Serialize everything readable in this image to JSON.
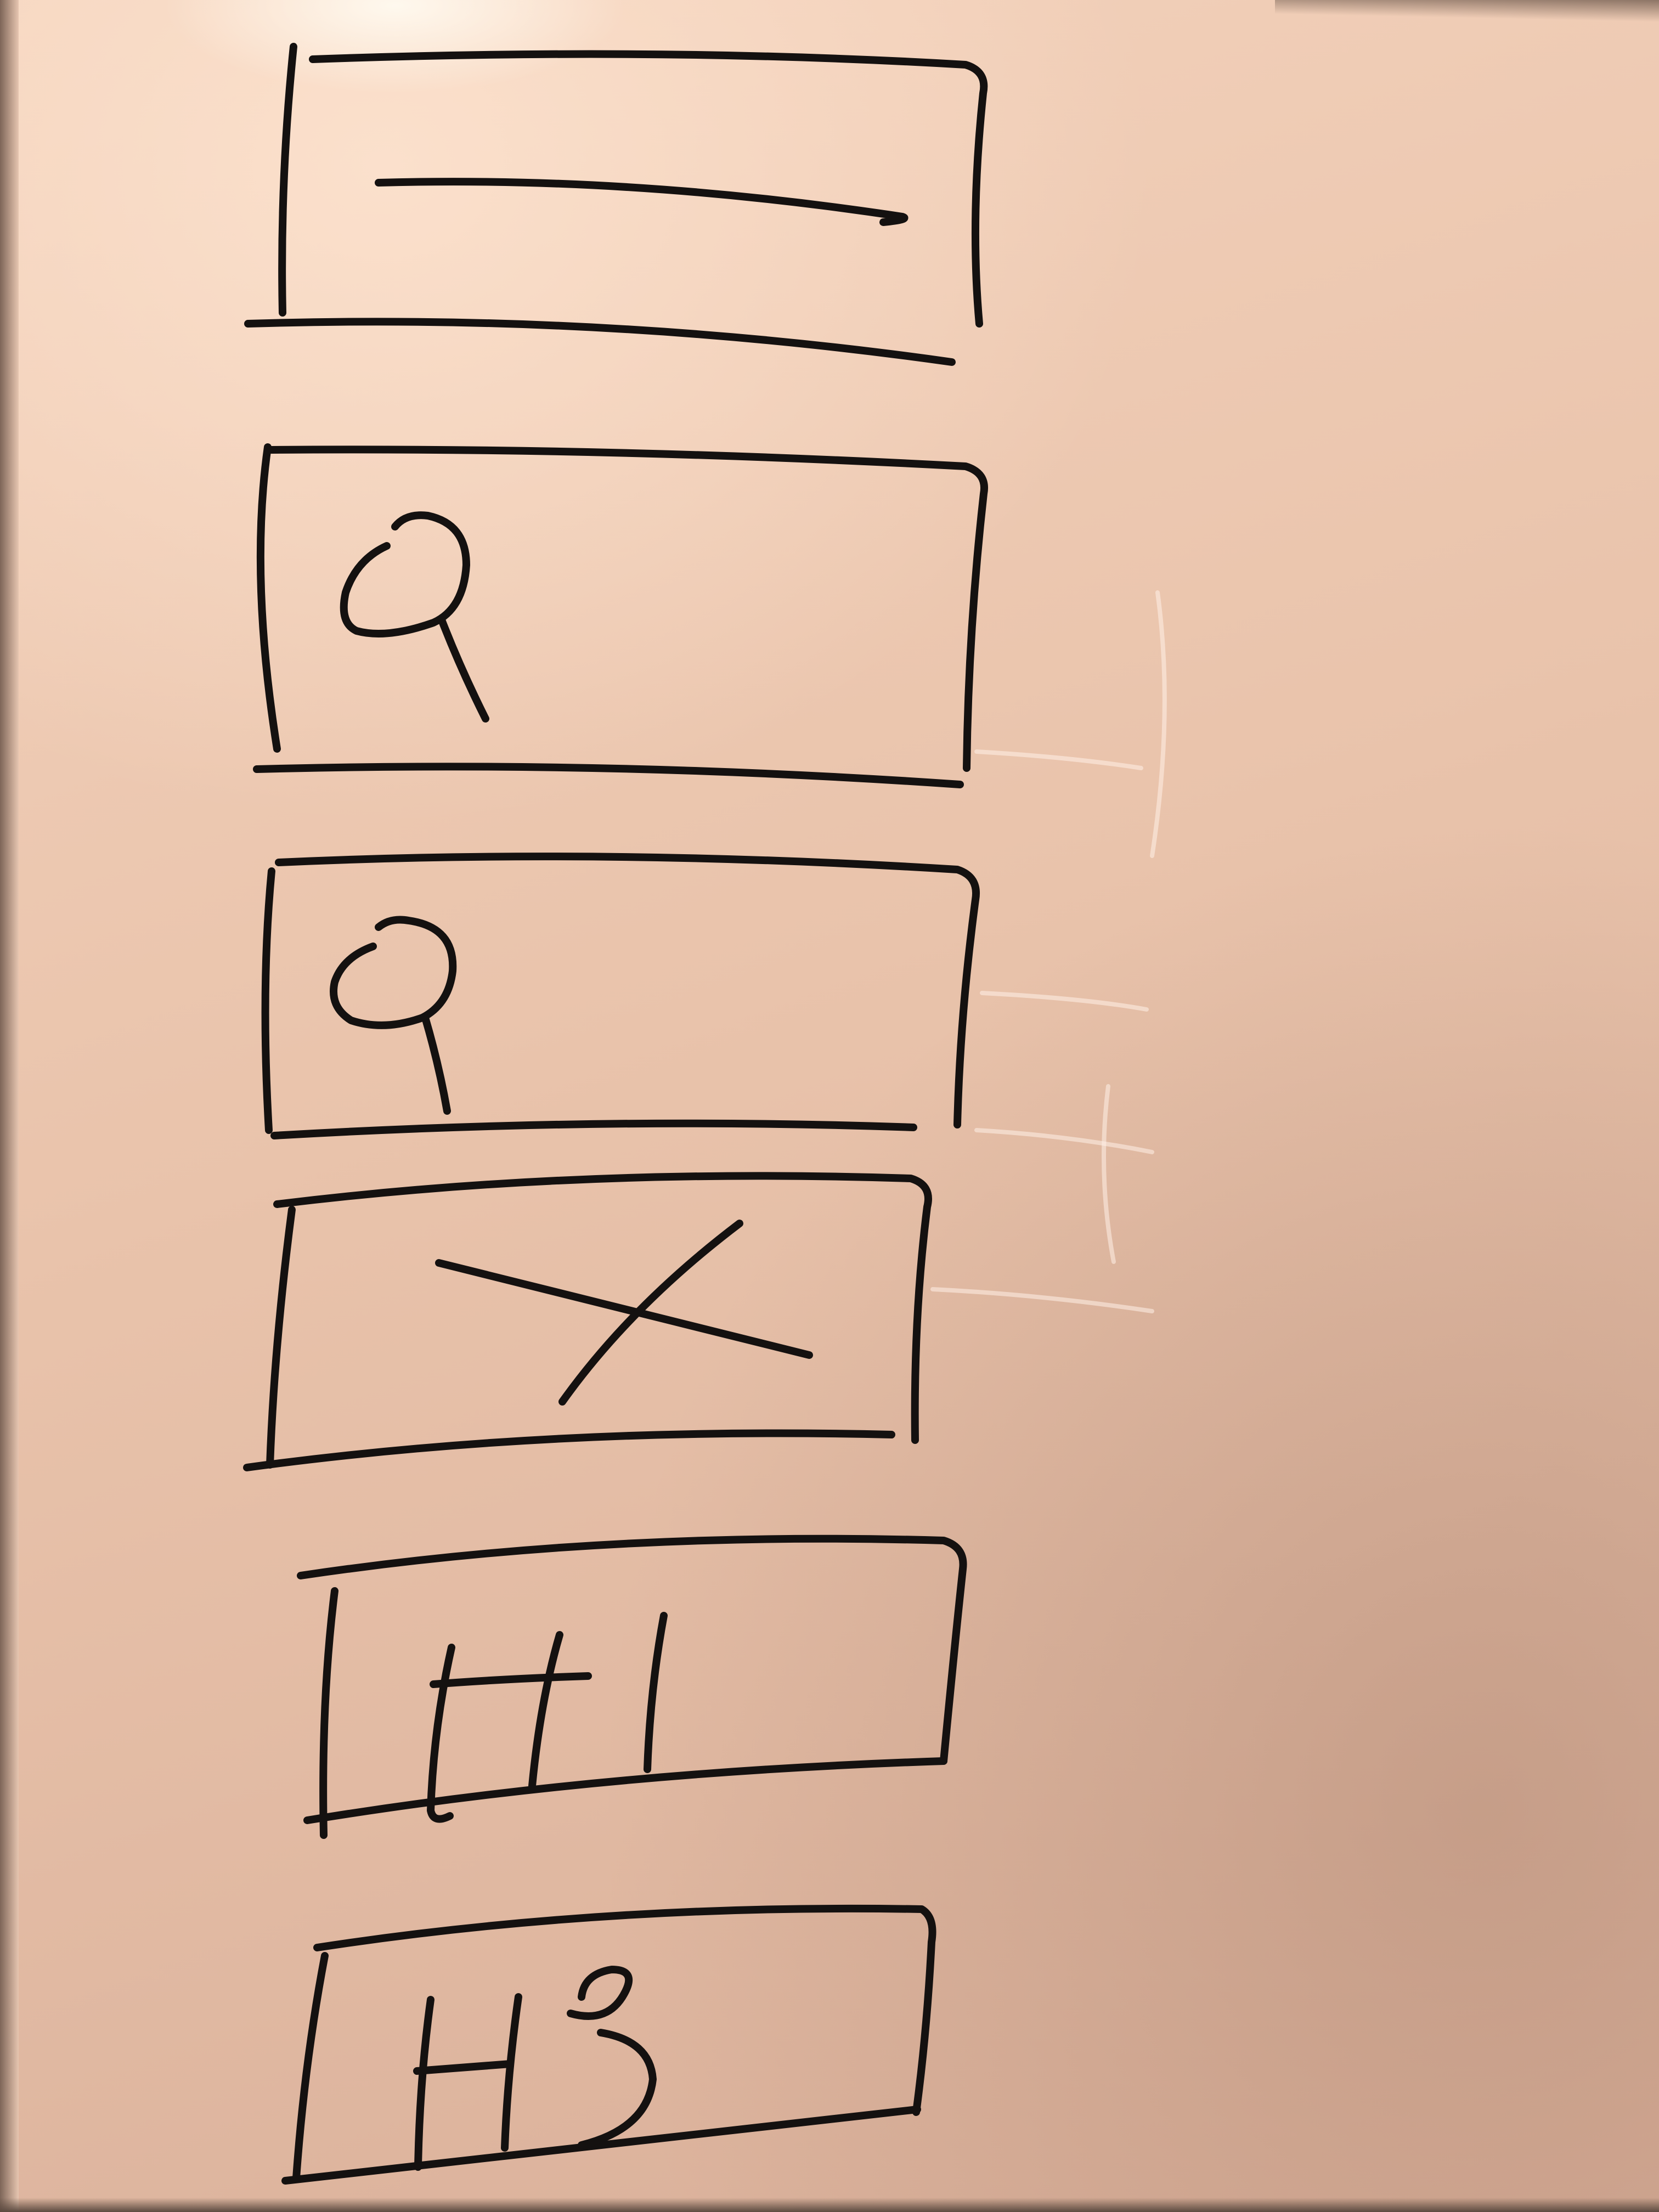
{
  "photo": {
    "subject": "whiteboard",
    "ink_color": "#141110",
    "board_color": "#ecc6ae"
  },
  "sketches": [
    {
      "shape": "box-with-horizontal-line"
    },
    {
      "shape": "box-with-magnifier",
      "icon": "search-icon"
    },
    {
      "shape": "box-with-magnifier",
      "icon": "search-icon"
    },
    {
      "shape": "box-with-cross",
      "icon": "close-icon"
    },
    {
      "shape": "box-with-heading",
      "label": "H1"
    },
    {
      "shape": "box-with-heading",
      "label": "H3"
    }
  ]
}
